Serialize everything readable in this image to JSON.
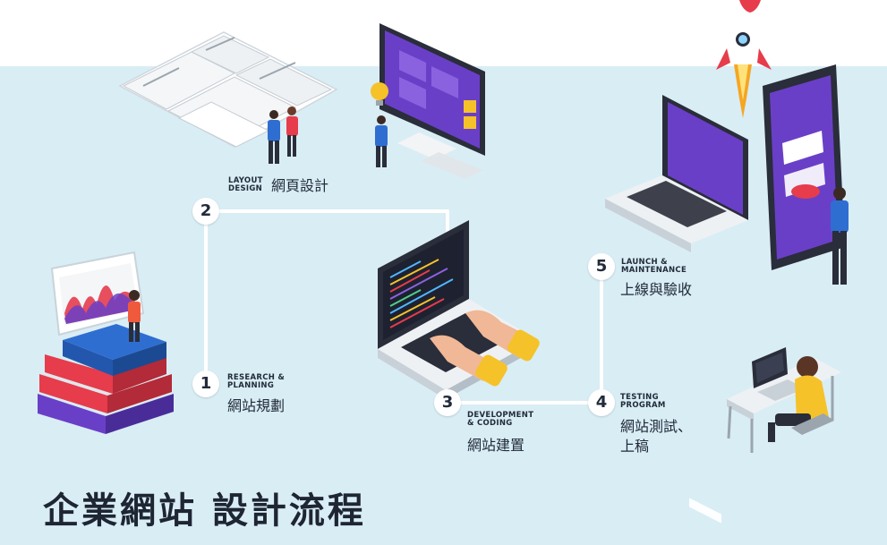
{
  "title": "企業網站 設計流程",
  "steps": [
    {
      "number": "1",
      "label_en": "RESEARCH &\nPLANNING",
      "label_zh": "網站規劃"
    },
    {
      "number": "2",
      "label_en": "LAYOUT\nDESIGN",
      "label_zh": "網頁設計"
    },
    {
      "number": "3",
      "label_en": "DEVELOPMENT\n& CODING",
      "label_zh": "網站建置"
    },
    {
      "number": "4",
      "label_en": "TESTING\nPROGRAM",
      "label_zh": "網站測試、\n上稿"
    },
    {
      "number": "5",
      "label_en": "LAUNCH &\nMAINTENANCE",
      "label_zh": "上線與驗收"
    }
  ],
  "icons": {
    "research": "books-and-tablet-icon",
    "layout": "wireframe-sheets-icon",
    "monitor": "design-monitor-icon",
    "code": "coding-laptop-icon",
    "launch": "laptop-and-phone-icon",
    "rocket": "rocket-icon",
    "testing": "tester-at-desk-icon"
  },
  "colors": {
    "background": "#d9edf5",
    "path": "#ffffff",
    "accent_purple": "#6a3fc7",
    "accent_red": "#e63c4c",
    "text_dark": "#1e2533"
  }
}
